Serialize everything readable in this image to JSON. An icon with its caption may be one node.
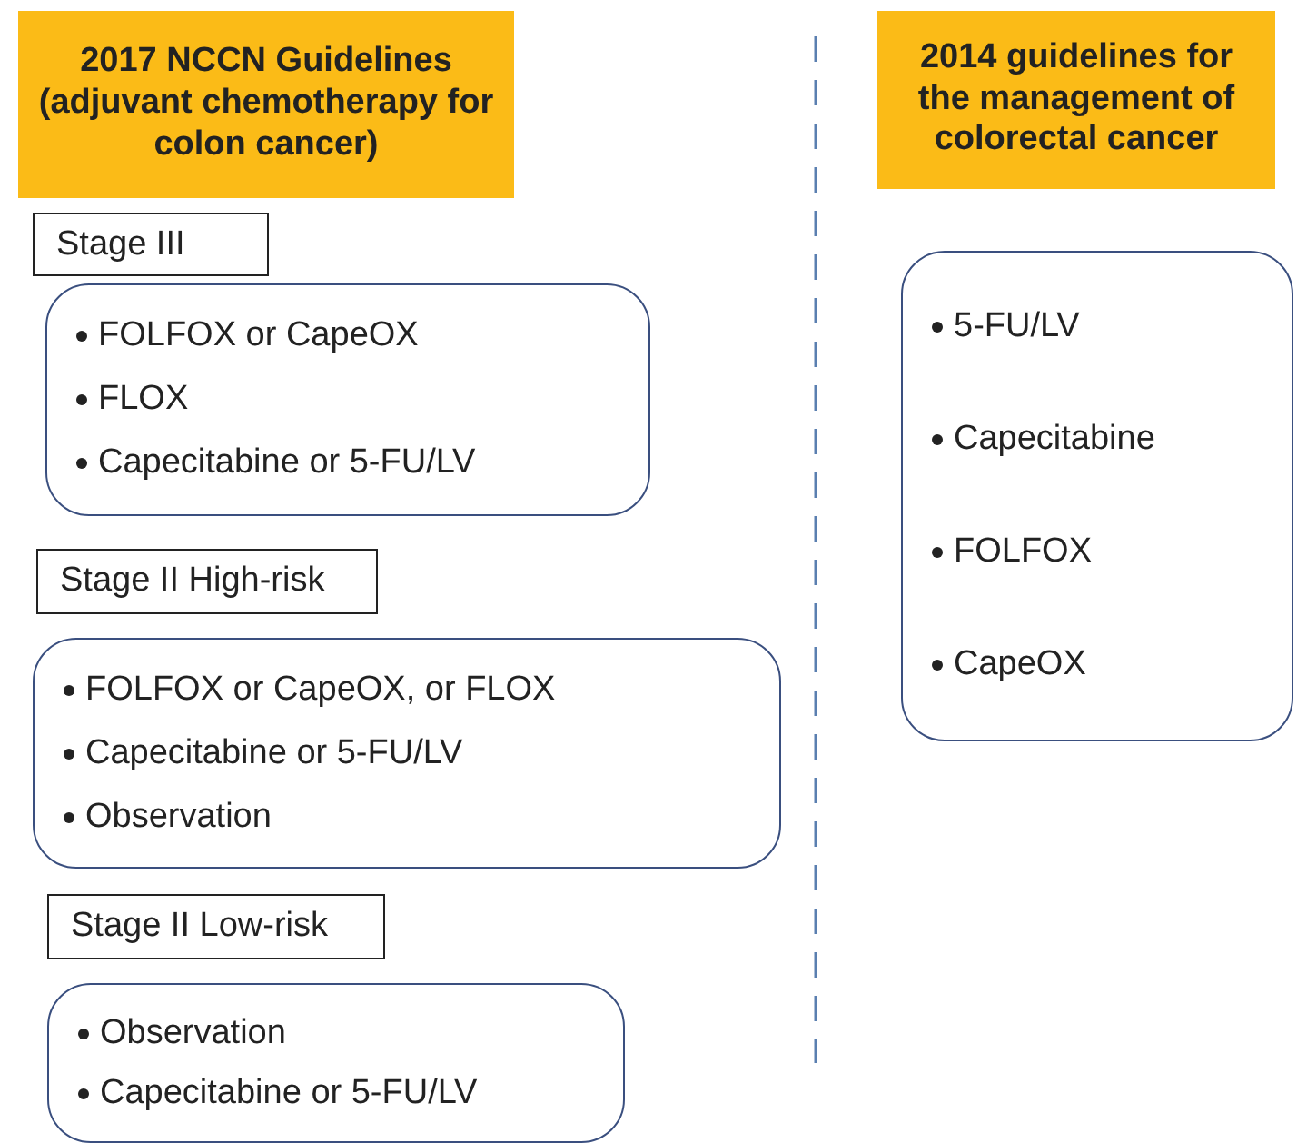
{
  "diagram": {
    "nodes": [
      {
        "text": [
          "2017 NCCN Guidelines (adjuvant chemotherapy for colon cancer)"
        ]
      },
      {
        "text": [
          "Stage III"
        ]
      },
      {
        "text": [
          "FOLFOX or CapeOX",
          "FLOX",
          "Capecitabine or 5-FU/LV"
        ]
      },
      {
        "text": [
          "Stage II High-risk"
        ]
      },
      {
        "text": [
          "FOLFOX or CapeOX, or FLOX",
          "Capecitabine or 5-FU/LV",
          "Observation"
        ]
      },
      {
        "text": [
          "Stage II Low-risk"
        ]
      },
      {
        "text": [
          "Observation",
          "Capecitabine or 5-FU/LV"
        ]
      },
      {
        "text": [
          "2014 guidelines for the management of colorectal cancer"
        ]
      },
      {
        "text": [
          "5-FU/LV",
          "Capecitabine",
          "FOLFOX",
          "CapeOX"
        ]
      }
    ],
    "edges": []
  }
}
